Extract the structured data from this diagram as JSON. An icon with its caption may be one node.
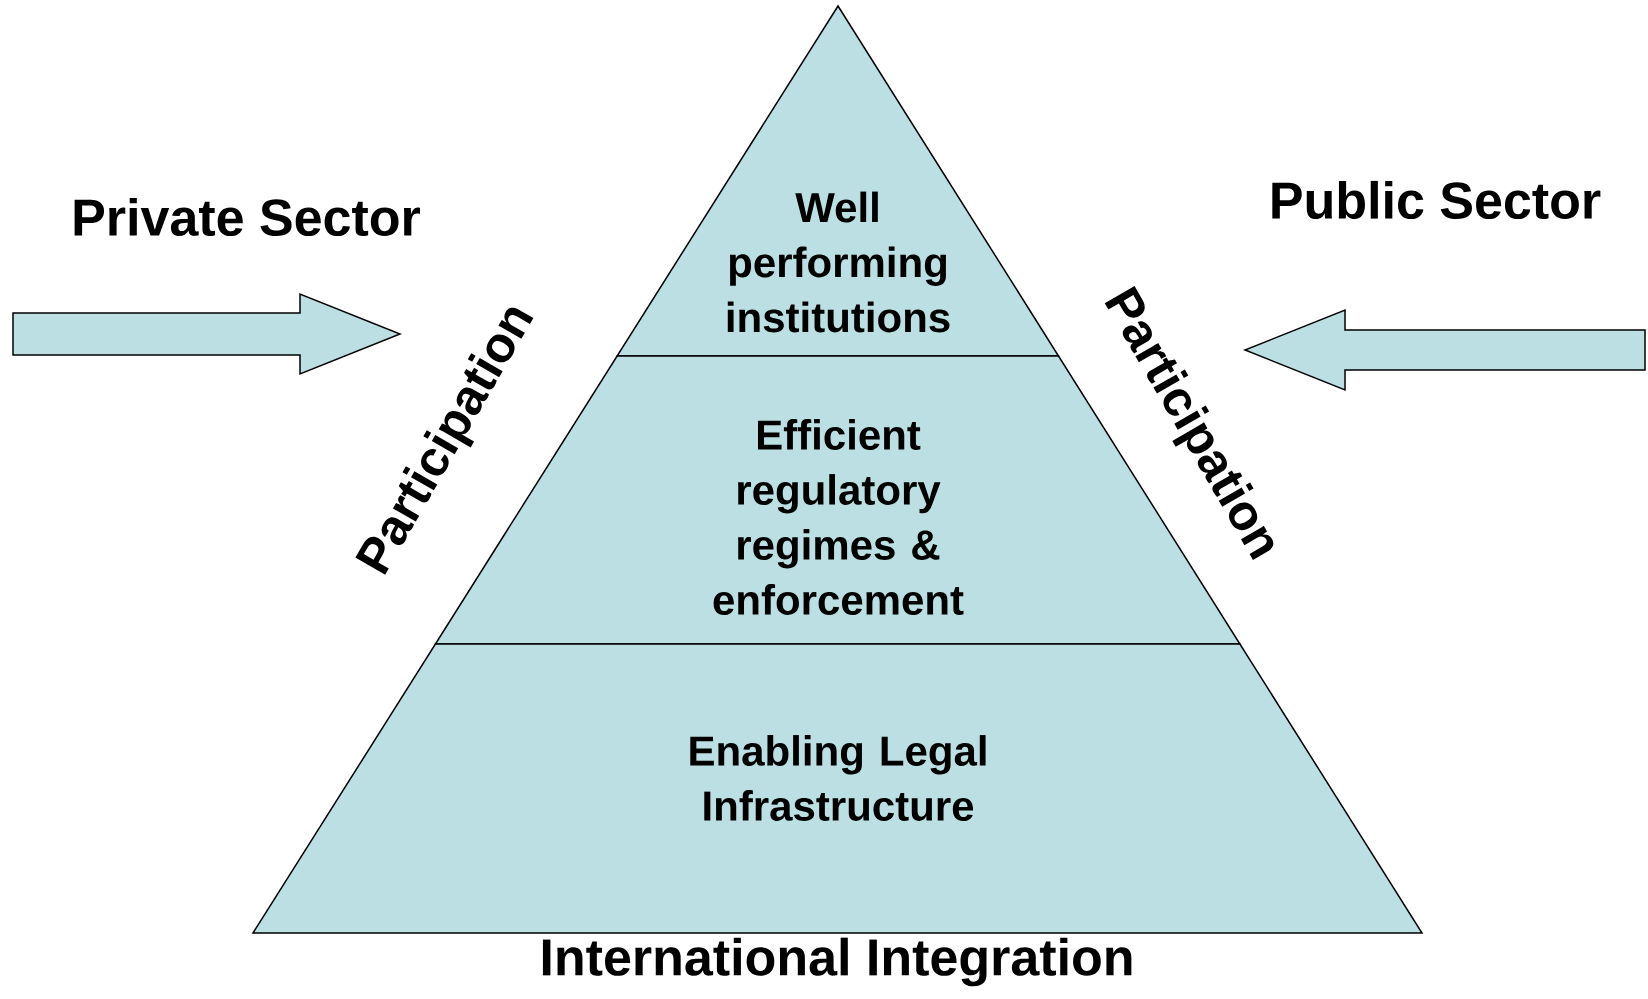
{
  "diagram": {
    "nodes": [
      {
        "text": [
          "Well performing institutions"
        ]
      },
      {
        "text": [
          "Efficient regulatory regimes & enforcement"
        ]
      },
      {
        "text": [
          "Enabling Legal Infrastructure"
        ]
      },
      {
        "text": [
          "Participation"
        ]
      },
      {
        "text": [
          "Participation"
        ]
      }
    ],
    "edges": [
      {
        "from": null,
        "to": 3,
        "arrow": "to"
      },
      {
        "from": null,
        "to": 4,
        "arrow": "to"
      }
    ],
    "labels": [
      "Private Sector",
      "Public Sector",
      "International Integration"
    ]
  }
}
